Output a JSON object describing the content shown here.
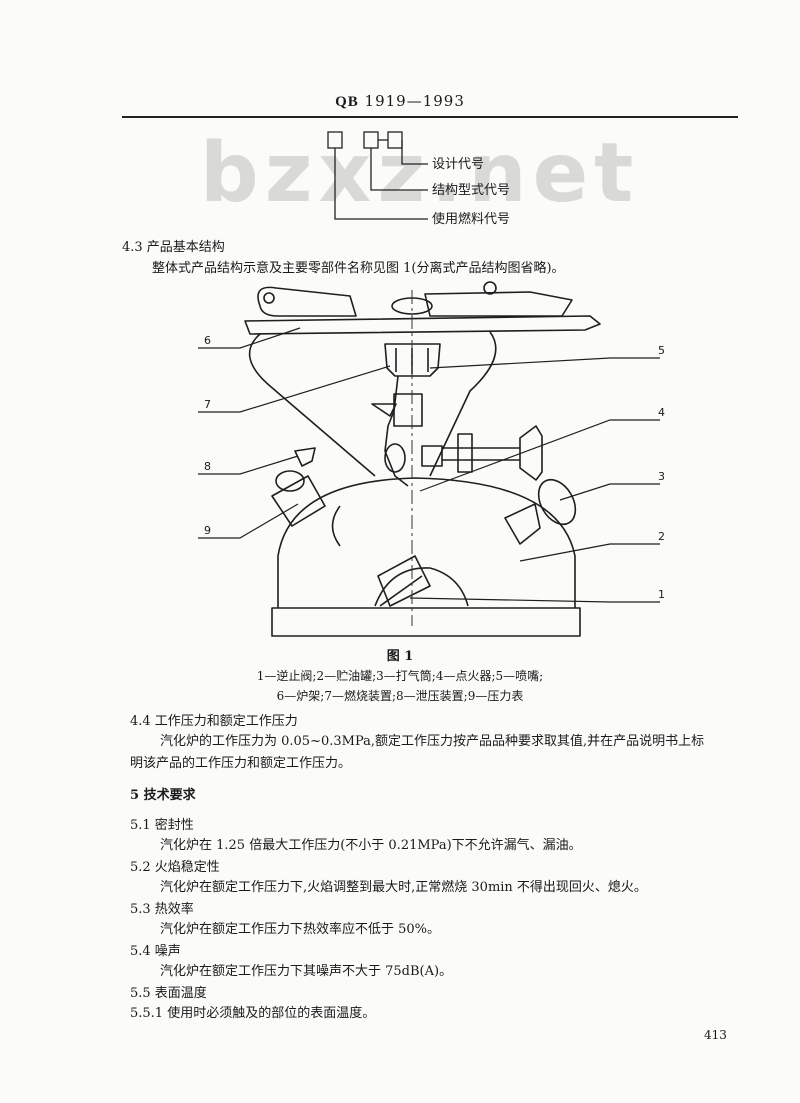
{
  "header": {
    "std": "QB",
    "code": "1919—1993"
  },
  "watermark": "bzxz.net",
  "code_diagram": {
    "labels": [
      "设计代号",
      "结构型式代号",
      "使用燃料代号"
    ]
  },
  "section_4_3": {
    "heading": "4.3   产品基本结构",
    "body": "整体式产品结构示意及主要零部件名称见图 1(分离式产品结构图省略)。"
  },
  "figure": {
    "callouts": [
      "1",
      "2",
      "3",
      "4",
      "5",
      "6",
      "7",
      "8",
      "9"
    ],
    "caption": "图 1",
    "legend_line1": "1—逆止阀;2—贮油罐;3—打气筒;4—点火器;5—喷嘴;",
    "legend_line2": "6—炉架;7—燃烧装置;8—泄压装置;9—压力表"
  },
  "section_4_4": {
    "heading": "4.4   工作压力和额定工作压力",
    "body_line1": "汽化炉的工作压力为 0.05~0.3MPa,额定工作压力按产品品种要求取其值,并在产品说明书上标",
    "body_line2": "明该产品的工作压力和额定工作压力。"
  },
  "section_5": {
    "heading": "5   技术要求"
  },
  "section_5_1": {
    "heading": "5.1   密封性",
    "body": "汽化炉在 1.25 倍最大工作压力(不小于 0.21MPa)下不允许漏气、漏油。"
  },
  "section_5_2": {
    "heading": "5.2   火焰稳定性",
    "body": "汽化炉在额定工作压力下,火焰调整到最大时,正常燃烧 30min 不得出现回火、熄火。"
  },
  "section_5_3": {
    "heading": "5.3   热效率",
    "body": "汽化炉在额定工作压力下热效率应不低于 50%。"
  },
  "section_5_4": {
    "heading": "5.4   噪声",
    "body": "汽化炉在额定工作压力下其噪声不大于 75dB(A)。"
  },
  "section_5_5": {
    "heading": "5.5   表面温度"
  },
  "section_5_5_1": {
    "heading": "5.5.1   使用时必须触及的部位的表面温度。"
  },
  "page_number": "413"
}
